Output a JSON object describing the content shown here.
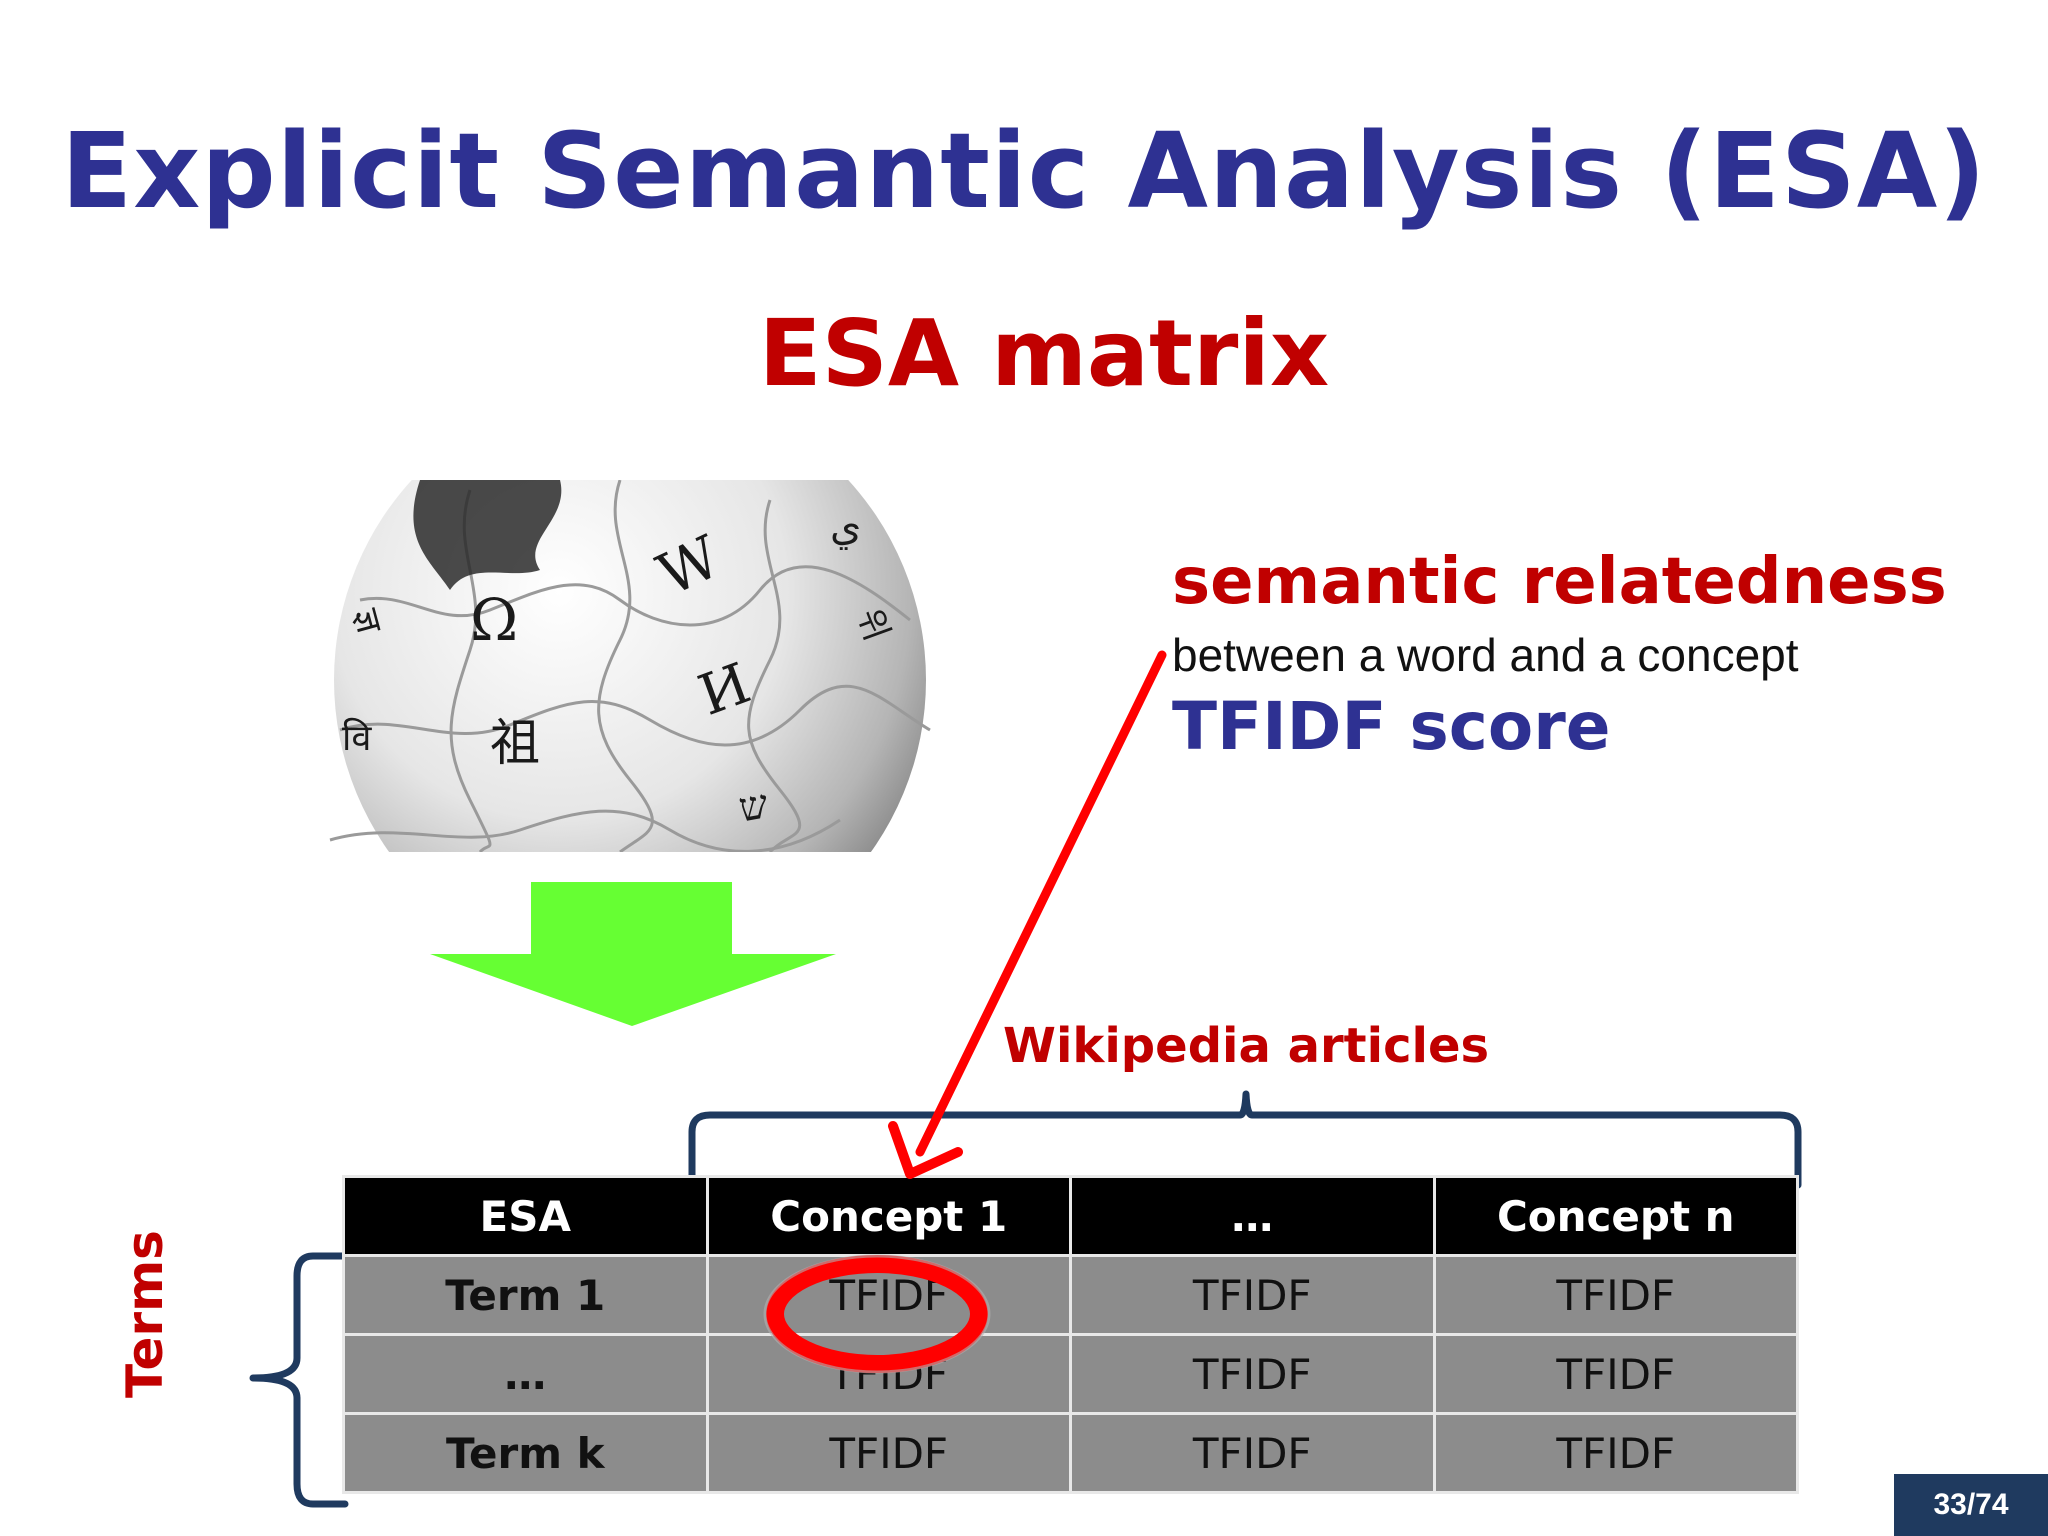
{
  "slide": {
    "title": "Explicit Semantic Analysis (ESA)",
    "subtitle": "ESA matrix",
    "page_number": "33/74"
  },
  "globe": {
    "glyphs": [
      "Ω",
      "W",
      "И",
      "祖",
      "ज्ञ",
      "वि",
      "위",
      "ي",
      "ש"
    ]
  },
  "callout": {
    "heading": "semantic relatedness",
    "description": "between a word and a concept",
    "score": "TFIDF score"
  },
  "labels": {
    "articles": "Wikipedia articles",
    "terms": "Terms"
  },
  "table": {
    "headers": [
      "ESA",
      "Concept 1",
      "…",
      "Concept n"
    ],
    "rows": [
      [
        "Term 1",
        "TFIDF",
        "TFIDF",
        "TFIDF"
      ],
      [
        "…",
        "TFIDF",
        "TFIDF",
        "TFIDF"
      ],
      [
        "Term k",
        "TFIDF",
        "TFIDF",
        "TFIDF"
      ]
    ]
  },
  "colors": {
    "title_blue": "#2e3192",
    "accent_red": "#c00000",
    "arrow_green": "#66ff33",
    "bracket_navy": "#1f3a5f",
    "highlight_red": "#ff0000"
  }
}
